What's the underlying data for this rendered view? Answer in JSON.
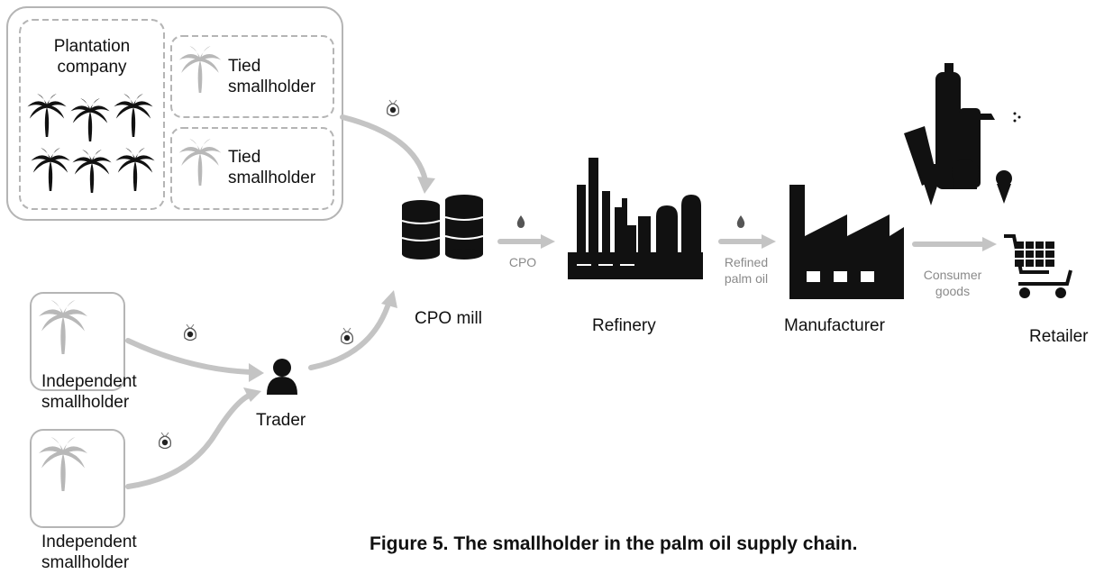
{
  "nodes": {
    "plantation": [
      "Plantation",
      "company"
    ],
    "tied_1": [
      "Tied",
      "smallholder"
    ],
    "tied_2": [
      "Tied",
      "smallholder"
    ],
    "independent_1": [
      "Independent",
      "smallholder"
    ],
    "independent_2": [
      "Independent",
      "smallholder"
    ],
    "trader": "Trader",
    "cpo_mill": "CPO mill",
    "refinery": "Refinery",
    "manufacturer": "Manufacturer",
    "retailer": "Retailer"
  },
  "flows": {
    "cpo": "CPO",
    "refined": [
      "Refined",
      "palm oil"
    ],
    "consumer": [
      "Consumer",
      "goods"
    ]
  },
  "caption": "Figure 5.  The smallholder in the palm oil supply chain.",
  "colors": {
    "arrow": "#c4c4c4",
    "palm_dark": "#111111",
    "palm_light": "#b8b8b8",
    "border": "#b5b5b5"
  }
}
